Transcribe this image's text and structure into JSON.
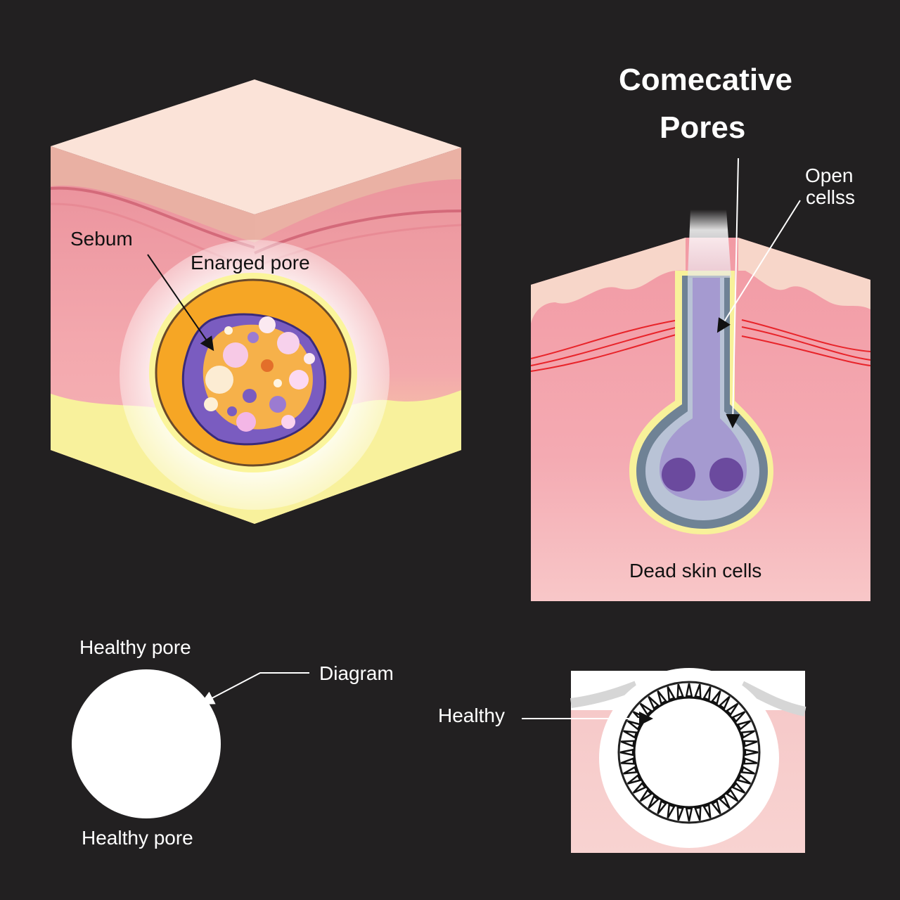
{
  "title": {
    "line1": "Comecative",
    "line2": "Pores"
  },
  "cube_panel": {
    "labels": {
      "sebum": "Sebum",
      "enlarged_pore": "Enarged pore"
    }
  },
  "clogged_panel": {
    "labels": {
      "open_cells_line1": "Open",
      "open_cells_line2": "cellss",
      "dead_skin_cells": "Dead skin cells"
    }
  },
  "healthy_panel": {
    "labels": {
      "healthy_pore_top": "Healthy pore",
      "diagram": "Diagram",
      "healthy_pore_bottom": "Healthy pore"
    }
  },
  "healthy_detail_panel": {
    "labels": {
      "healthy": "Healthy"
    }
  },
  "colors": {
    "background": "#222021",
    "skin_top": "#fbe2d6",
    "dermis_pink": "#f1a3a9",
    "fat_yellow": "#f7f19a",
    "sebum_orange": "#f5a623",
    "dead_cells_purple": "#7a5cb8",
    "capillary_red": "#e8242a",
    "pore_shaft_gray": "#8f9bb3"
  }
}
